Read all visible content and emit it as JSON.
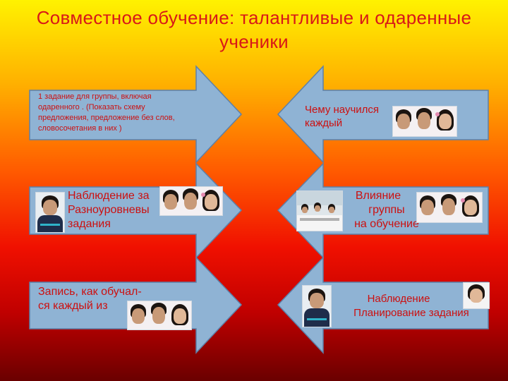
{
  "title": {
    "line1": "Совместное обучение: талантливые и одаренные",
    "line2": "ученики"
  },
  "left": {
    "box1": {
      "lines": [
        "1 задание для группы, включая",
        "одаренного . (Показать схему",
        "предложения, предложение без слов,",
        "словосочетания в них )"
      ]
    },
    "box2": {
      "lines": [
        "Наблюдение за",
        "Разноуровневы",
        "задания"
      ]
    },
    "box3": {
      "lines": [
        "Запись, как обучал-",
        "ся  каждый  из"
      ]
    }
  },
  "right": {
    "box1": {
      "lines": [
        "Чему научился",
        "каждый"
      ]
    },
    "box2": {
      "lines": [
        "Влияние",
        "группы",
        "на обучение"
      ]
    },
    "box3": {
      "lines": [
        "Наблюдение",
        "Планирование задания"
      ]
    }
  },
  "colors": {
    "arrow_fill": "#8fb3d4",
    "arrow_stroke": "#5d80a8",
    "text": "#cc1010",
    "title": "#d81818"
  },
  "icons": [
    "teacher-photo",
    "students-photo",
    "classroom-photo"
  ]
}
